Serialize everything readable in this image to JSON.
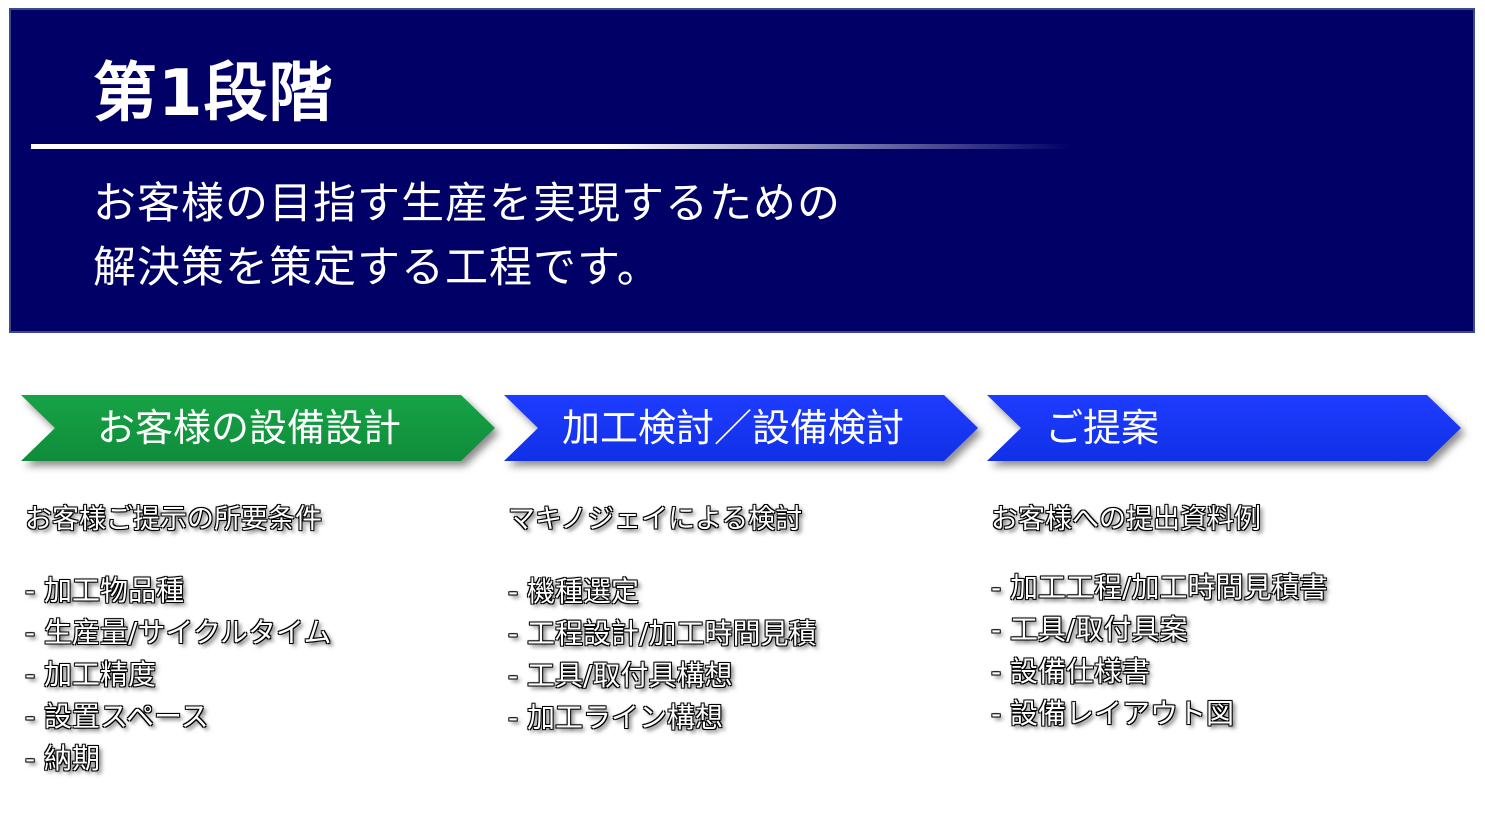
{
  "header": {
    "title": "第1段階",
    "description_line1": "お客様の目指す生産を実現するための",
    "description_line2": "解決策を策定する工程です。",
    "background_color": "#000066"
  },
  "steps": [
    {
      "label": "お客様の設備設計",
      "color": "#0f8c3a",
      "heading": "お客様ご提示の所要条件",
      "items": [
        "- 加工物品種",
        "- 生産量/サイクルタイム",
        "- 加工精度",
        "- 設置スペース",
        "- 納期"
      ]
    },
    {
      "label": "加工検討／設備検討",
      "color": "#1030e6",
      "heading": "マキノジェイによる検討",
      "items": [
        "- 機種選定",
        "- 工程設計/加工時間見積",
        "- 工具/取付具構想",
        "- 加工ライン構想"
      ]
    },
    {
      "label": "ご提案",
      "color": "#1030e6",
      "heading": "お客様への提出資料例",
      "items": [
        "- 加工工程/加工時間見積書",
        "- 工具/取付具案",
        "- 設備仕様書",
        "- 設備レイアウト図"
      ]
    }
  ]
}
